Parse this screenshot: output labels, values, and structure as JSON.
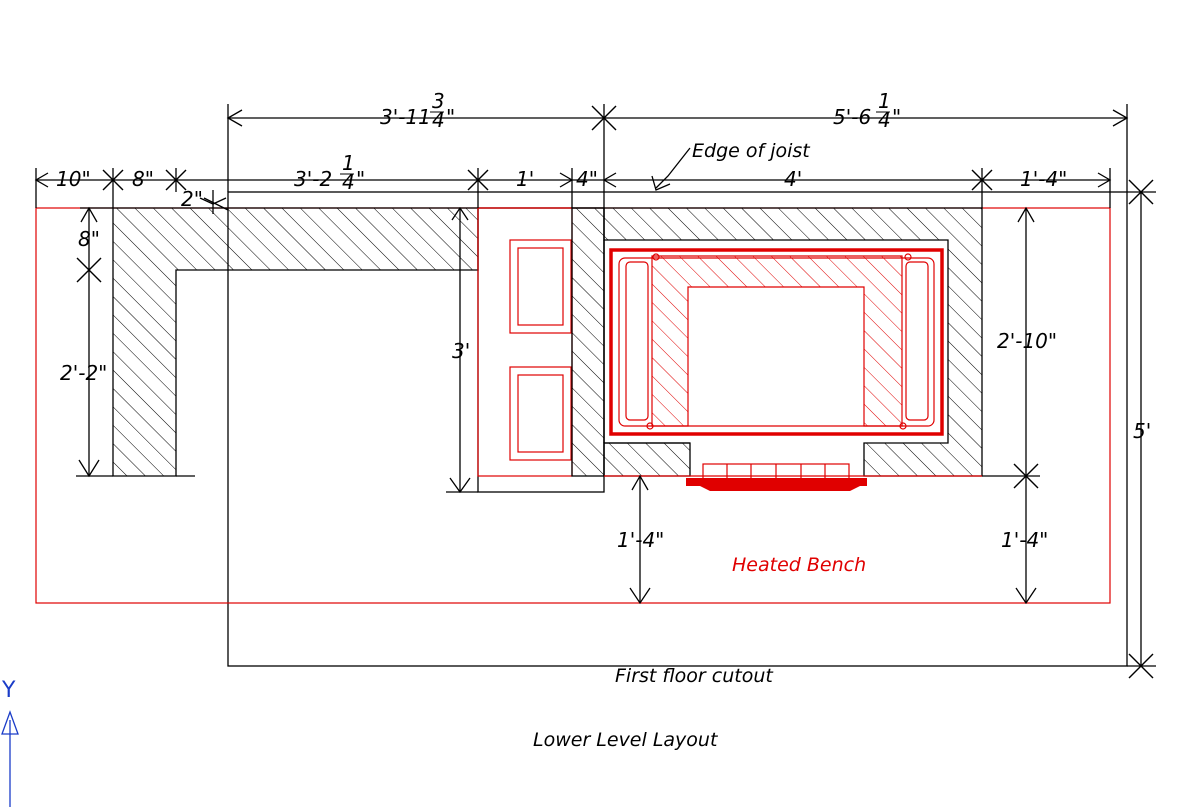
{
  "dimensions": {
    "top_left_total": "3'-11",
    "top_left_frac_num": "3",
    "top_left_frac_den": "4",
    "top_left_suffix": "\"",
    "top_right_total": "5'-6",
    "top_right_frac_num": "1",
    "top_right_frac_den": "4",
    "top_right_suffix": "\"",
    "d_10": "10\"",
    "d_8": "8\"",
    "d_3_2": "3'-2",
    "d_3_2_num": "1",
    "d_3_2_den": "4",
    "d_3_2_suffix": "\"",
    "d_1ft": "1'",
    "d_4in": "4\"",
    "d_4ft": "4'",
    "d_1_4_top": "1'-4\"",
    "d_2in": "2\"",
    "d_8_left": "8\"",
    "d_2_2": "2'-2\"",
    "d_3ft": "3'",
    "d_2_10": "2'-10\"",
    "d_5ft": "5'",
    "d_1_4_bottom_left": "1'-4\"",
    "d_1_4_bottom_right": "1'-4\""
  },
  "labels": {
    "edge_of_joist": "Edge of joist",
    "heated_bench": "Heated Bench",
    "first_floor_cutout": "First floor cutout",
    "title": "Lower Level Layout",
    "axis_y": "Y"
  },
  "colors": {
    "line": "#000000",
    "red": "#e00000",
    "axis": "#1a3cc8"
  }
}
